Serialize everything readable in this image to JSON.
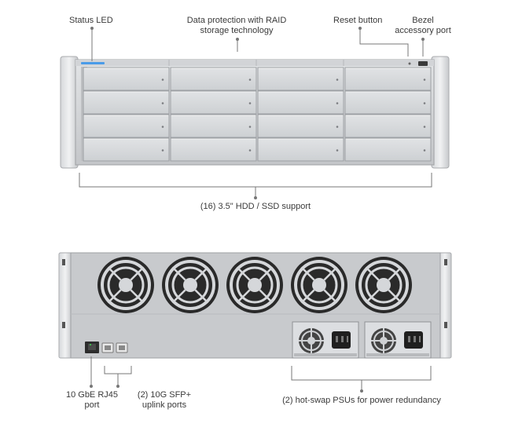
{
  "front_labels": {
    "status_led": "Status LED",
    "raid_line1": "Data protection with RAID",
    "raid_line2": "storage technology",
    "reset_button": "Reset button",
    "bezel_line1": "Bezel",
    "bezel_line2": "accessory port",
    "drive_support": "(16) 3.5\" HDD / SSD support"
  },
  "rear_labels": {
    "rj45_line1": "10 GbE RJ45",
    "rj45_line2": "port",
    "sfp_line1": "(2) 10G SFP+",
    "sfp_line2": "uplink ports",
    "psu": "(2) hot-swap PSUs for power redundancy"
  },
  "colors": {
    "chassis": "#c9cbce",
    "drive_tray": "#d5d7da",
    "status_led": "#4a9be8",
    "leader_line": "#777777"
  },
  "counts": {
    "drive_bays": 16,
    "fans": 5,
    "psus": 2
  }
}
